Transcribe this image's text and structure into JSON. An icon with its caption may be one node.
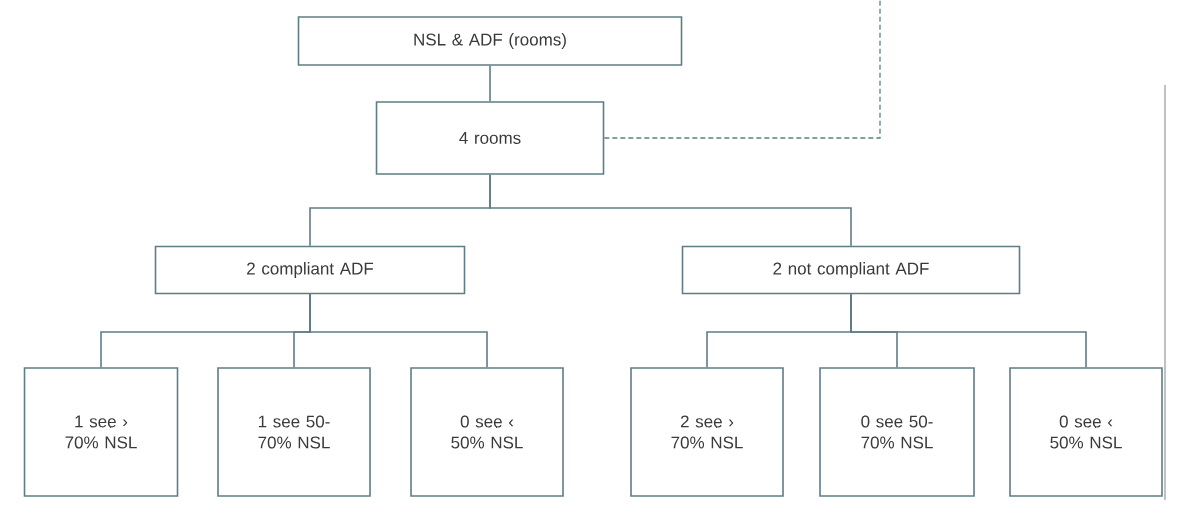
{
  "diagram": {
    "nodes": [
      {
        "text": [
          "NSL & ADF (rooms)"
        ]
      },
      {
        "text": [
          "4 rooms"
        ]
      },
      {
        "text": [
          "2 compliant ADF"
        ]
      },
      {
        "text": [
          "2 not compliant ADF"
        ]
      },
      {
        "text": [
          "1 see › 70% NSL"
        ]
      },
      {
        "text": [
          "1 see 50-70% NSL"
        ]
      },
      {
        "text": [
          "0 see ‹ 50% NSL"
        ]
      },
      {
        "text": [
          "2 see › 70% NSL"
        ]
      },
      {
        "text": [
          "0 see 50-70% NSL"
        ]
      },
      {
        "text": [
          "0 see ‹ 50% NSL"
        ]
      }
    ],
    "edges": [
      {
        "from": 0,
        "to": 1,
        "arrow": "none"
      },
      {
        "from": 1,
        "to": null,
        "arrow": "none",
        "style": "dashed"
      },
      {
        "from": 1,
        "to": 2,
        "arrow": "none"
      },
      {
        "from": 1,
        "to": 3,
        "arrow": "none"
      },
      {
        "from": 2,
        "to": 4,
        "arrow": "none"
      },
      {
        "from": 2,
        "to": 5,
        "arrow": "none"
      },
      {
        "from": 2,
        "to": 6,
        "arrow": "none"
      },
      {
        "from": 3,
        "to": 7,
        "arrow": "none"
      },
      {
        "from": 3,
        "to": 8,
        "arrow": "none"
      },
      {
        "from": 3,
        "to": 9,
        "arrow": "none"
      }
    ]
  }
}
